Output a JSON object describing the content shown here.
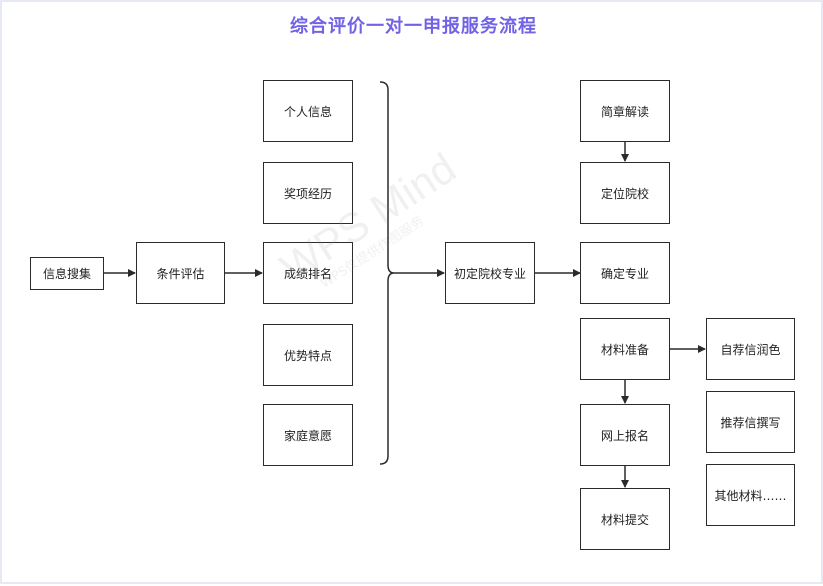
{
  "title": "综合评价一对一申报服务流程",
  "watermark": {
    "brand": "WPS Mind",
    "note": "WPS仅提供作图服务"
  },
  "nodes": {
    "collect": "信息搜集",
    "evaluate": "条件评估",
    "personal": "个人信息",
    "awards": "奖项经历",
    "grades": "成绩排名",
    "strengths": "优势特点",
    "family": "家庭意愿",
    "initial": "初定院校专业",
    "brochure": "简章解读",
    "position": "定位院校",
    "major": "确定专业",
    "materials": "材料准备",
    "online": "网上报名",
    "submit": "材料提交",
    "selfstatement": "自荐信润色",
    "recommendation": "推荐信撰写",
    "other": "其他材料……"
  }
}
